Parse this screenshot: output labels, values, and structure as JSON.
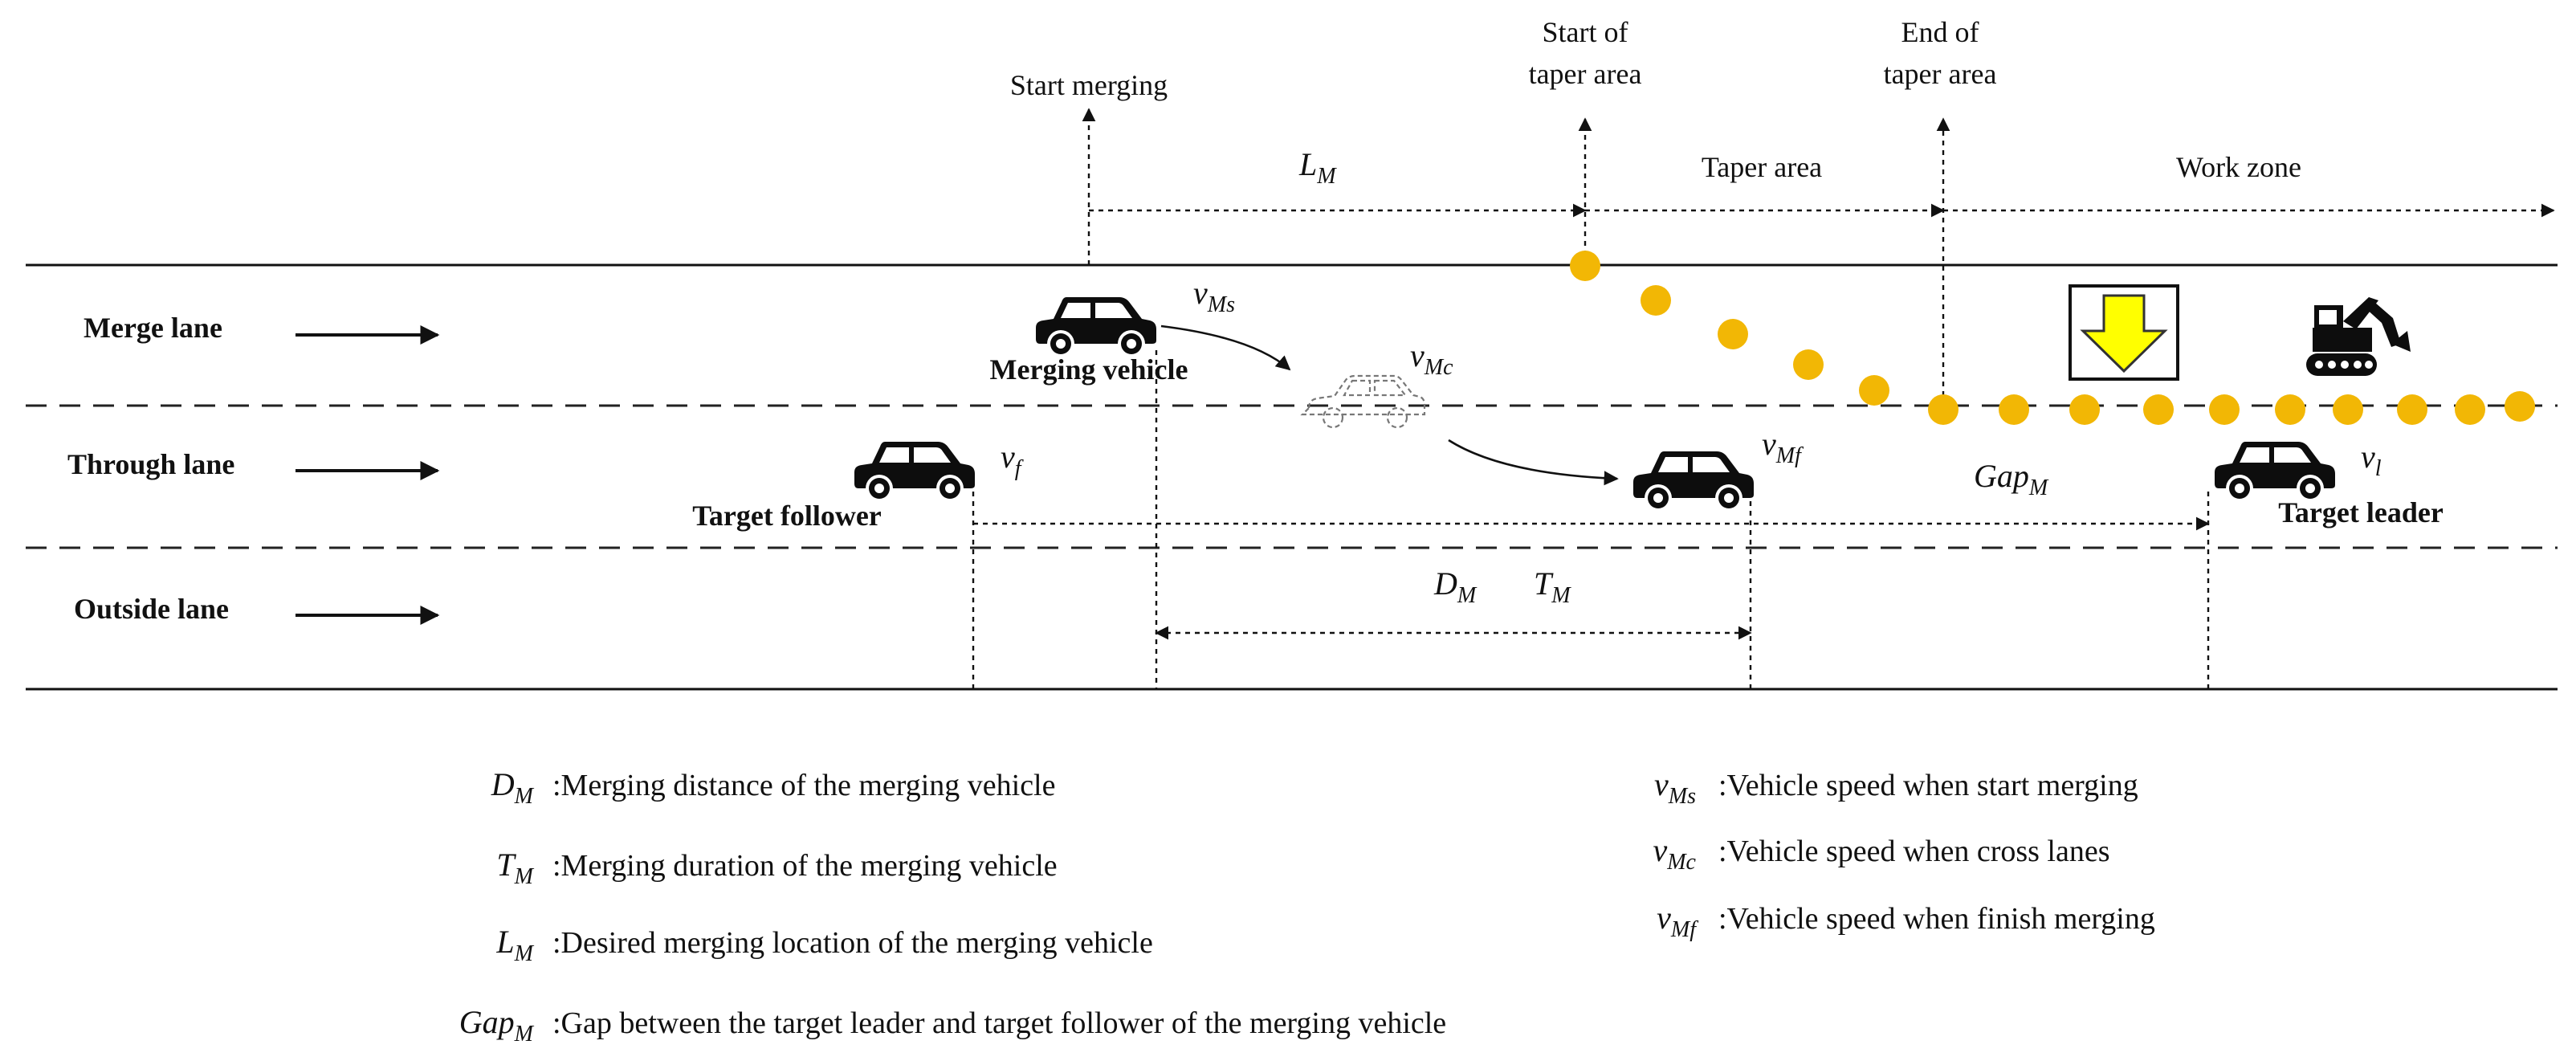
{
  "annotations": {
    "start_merging": "Start merging",
    "start_taper_1": "Start of",
    "start_taper_2": "taper area",
    "end_taper_1": "End of",
    "end_taper_2": "taper area",
    "taper_area": "Taper area",
    "work_zone": "Work zone",
    "L_main": "L",
    "L_sub": "M",
    "Gap_main": "Gap",
    "Gap_sub": "M",
    "D_main": "D",
    "D_sub": "M",
    "T_main": "T",
    "T_sub": "M"
  },
  "lanes": {
    "merge": "Merge lane",
    "through": "Through lane",
    "outside": "Outside lane"
  },
  "vehicles": {
    "merging": "Merging vehicle",
    "follower": "Target follower",
    "leader": "Target leader"
  },
  "speeds": {
    "vMs_main": "v",
    "vMs_sub": "Ms",
    "vMc_main": "v",
    "vMc_sub": "Mc",
    "vMf_main": "v",
    "vMf_sub": "Mf",
    "vf_main": "v",
    "vf_sub": "f",
    "vl_main": "v",
    "vl_sub": "l"
  },
  "legend": {
    "left": [
      {
        "sym": "D",
        "sub": "M",
        "text": ":Merging distance of the merging vehicle"
      },
      {
        "sym": "T",
        "sub": "M",
        "text": ":Merging duration of the merging vehicle"
      },
      {
        "sym": "L",
        "sub": "M",
        "text": ":Desired merging location of the merging vehicle"
      },
      {
        "sym": "Gap",
        "sub": "M",
        "text": ":Gap between the target leader and target follower of the merging vehicle"
      }
    ],
    "right": [
      {
        "sym": "v",
        "sub": "Ms",
        "text": ":Vehicle speed when start merging"
      },
      {
        "sym": "v",
        "sub": "Mc",
        "text": ":Vehicle speed when cross lanes"
      },
      {
        "sym": "v",
        "sub": "Mf",
        "text": ":Vehicle speed when finish merging"
      }
    ]
  },
  "icons": {
    "cone": "traffic-cone-icon",
    "sign": "merge-down-arrow-sign-icon",
    "excavator": "excavator-icon",
    "car": "car-icon"
  },
  "colors": {
    "cone": "#f2b705",
    "sign_arrow": "#ffff00"
  }
}
